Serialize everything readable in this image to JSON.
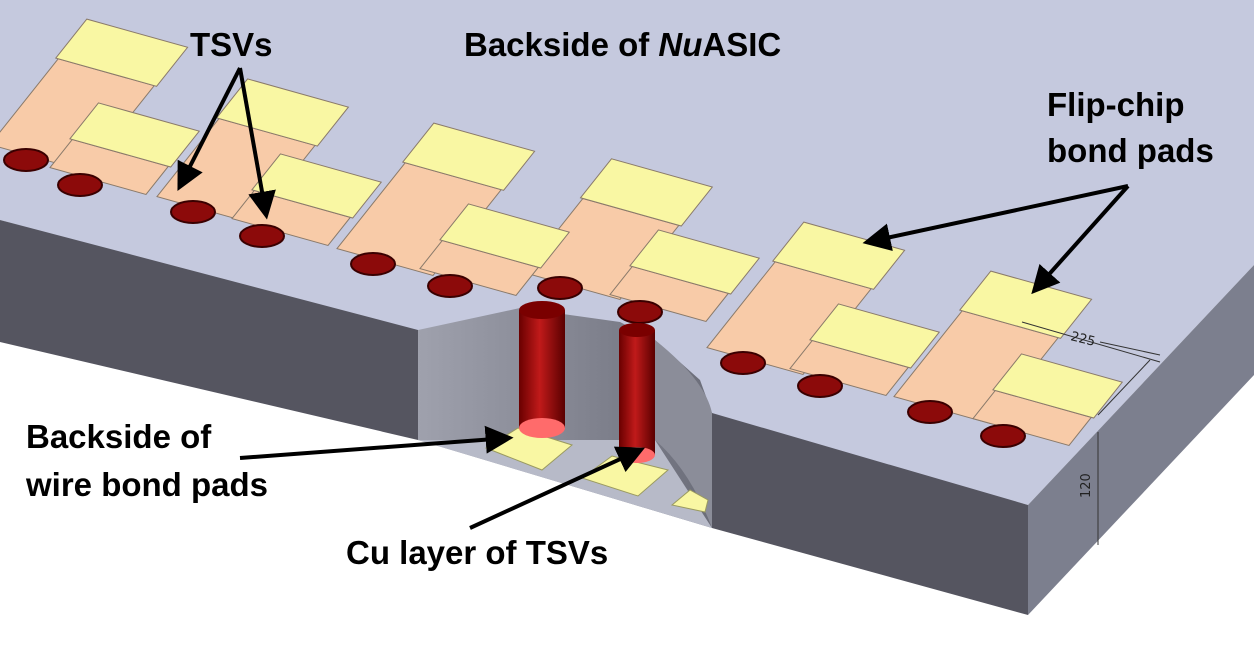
{
  "title": {
    "prefix": "Backside of ",
    "italic": "Nu",
    "suffix": "ASIC"
  },
  "labels": {
    "tsvs": "TSVs",
    "flipchip_line1": "Flip-chip",
    "flipchip_line2": "bond pads",
    "backside_line1": "Backside of",
    "backside_line2": "wire bond pads",
    "cu_layer": "Cu layer of TSVs"
  },
  "dimensions": {
    "pitch": "225",
    "thickness": "120"
  },
  "colors": {
    "top_surface": "#c5c9de",
    "side_face": "#555560",
    "right_face": "#7c7f8e",
    "pad_copper": "#f8cba8",
    "pad_yellow": "#f9f7a3",
    "tsv_red": "#8c0a0a",
    "tsv_red_light": "#ff6b6b"
  }
}
